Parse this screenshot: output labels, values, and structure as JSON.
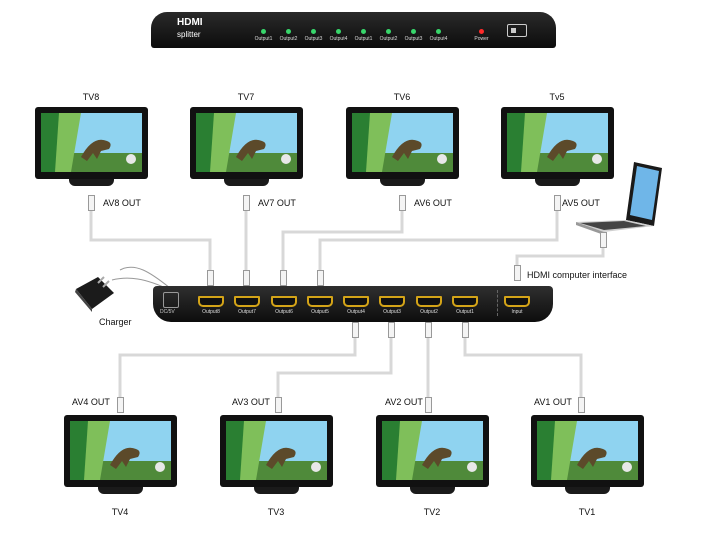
{
  "front_panel": {
    "title": "HDMI",
    "subtitle": "splitter",
    "leds": [
      "Output1",
      "Output2",
      "Output3",
      "Output4",
      "Output1",
      "Output2",
      "Output3",
      "Output4"
    ],
    "power_label": "Power",
    "led_color": "#38d66b",
    "power_color": "#ff2a2a"
  },
  "back_panel": {
    "dc_label": "DC/5V",
    "ports": [
      "Output8",
      "Output7",
      "Output6",
      "Output5",
      "Output4",
      "Output3",
      "Output2",
      "Output1"
    ],
    "input_label": "Input",
    "port_color": "#d4a418"
  },
  "top_tvs": [
    {
      "name": "TV8",
      "out": "AV8 OUT"
    },
    {
      "name": "TV7",
      "out": "AV7 OUT"
    },
    {
      "name": "TV6",
      "out": "AV6 OUT"
    },
    {
      "name": "Tv5",
      "out": "AV5 OUT"
    }
  ],
  "bottom_tvs": [
    {
      "name": "TV4",
      "out": "AV4 OUT"
    },
    {
      "name": "TV3",
      "out": "AV3 OUT"
    },
    {
      "name": "TV2",
      "out": "AV2 OUT"
    },
    {
      "name": "TV1",
      "out": "AV1 OUT"
    }
  ],
  "charger_label": "Charger",
  "computer_label": "HDMI computer interface"
}
